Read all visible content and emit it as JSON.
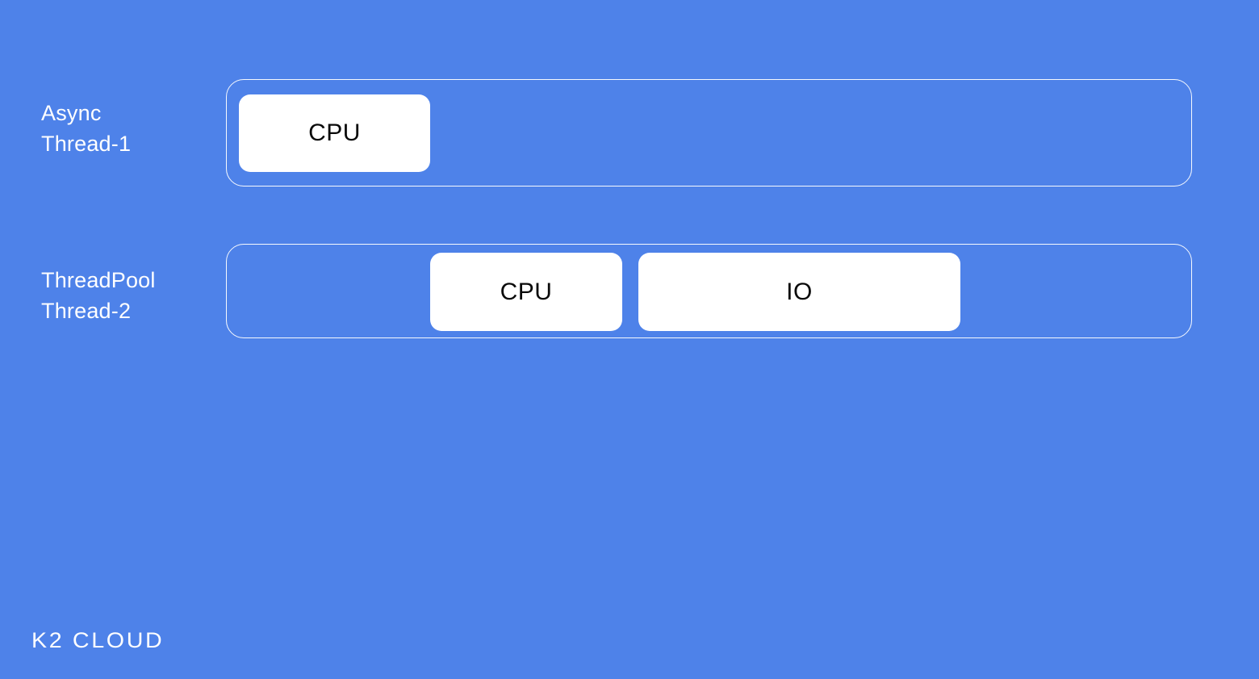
{
  "colors": {
    "background": "#4E82E9",
    "lane_border": "#FFFFFF",
    "block_fill": "#FFFFFF",
    "block_text": "#0A0A0A",
    "label_text": "#FFFFFF"
  },
  "diagram": {
    "lanes": [
      {
        "label_lines": [
          "Async",
          "Thread-1"
        ],
        "blocks": [
          {
            "label": "CPU"
          }
        ]
      },
      {
        "label_lines": [
          "ThreadPool",
          "Thread-2"
        ],
        "blocks": [
          {
            "label": "CPU"
          },
          {
            "label": "IO"
          }
        ]
      }
    ]
  },
  "footer": {
    "logo_text": "K2 CLOUD"
  }
}
